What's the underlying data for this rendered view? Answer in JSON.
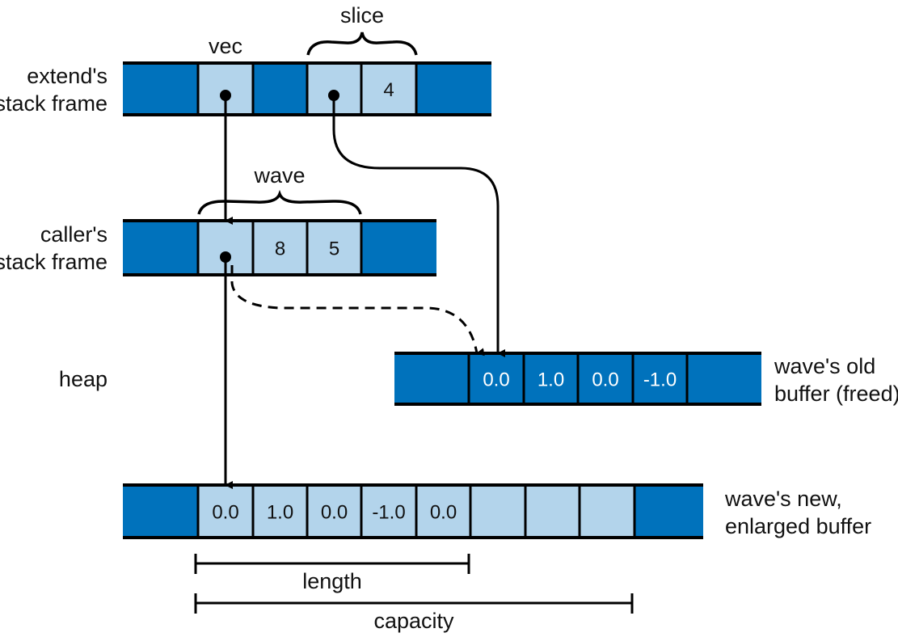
{
  "colors": {
    "dark_cell": "#0072bc",
    "light_cell": "#b3d4eb",
    "line": "#000000",
    "text_on_dark": "#ffffff",
    "text_on_light": "#111111"
  },
  "rows": {
    "extend_frame": {
      "label_line1": "extend's",
      "label_line2": "stack frame",
      "cells": [
        {
          "value": "",
          "kind": "dark"
        },
        {
          "value": "",
          "kind": "light",
          "pointer": true
        },
        {
          "value": "",
          "kind": "dark"
        },
        {
          "value": "",
          "kind": "light",
          "pointer": true
        },
        {
          "value": "4",
          "kind": "light"
        },
        {
          "value": "",
          "kind": "dark"
        }
      ]
    },
    "caller_frame": {
      "label_line1": "caller's",
      "label_line2": "stack frame",
      "cells": [
        {
          "value": "",
          "kind": "dark"
        },
        {
          "value": "",
          "kind": "light",
          "pointer": true
        },
        {
          "value": "8",
          "kind": "light"
        },
        {
          "value": "5",
          "kind": "light"
        },
        {
          "value": "",
          "kind": "dark"
        }
      ]
    },
    "old_buffer": {
      "label_line1": "wave's old",
      "label_line2": "buffer (freed)",
      "cells": [
        {
          "value": "",
          "kind": "dark"
        },
        {
          "value": "0.0",
          "kind": "dark"
        },
        {
          "value": "1.0",
          "kind": "dark"
        },
        {
          "value": "0.0",
          "kind": "dark"
        },
        {
          "value": "-1.0",
          "kind": "dark"
        },
        {
          "value": "",
          "kind": "dark"
        }
      ]
    },
    "new_buffer": {
      "label_line1": "wave's new,",
      "label_line2": "enlarged buffer",
      "cells": [
        {
          "value": "",
          "kind": "dark"
        },
        {
          "value": "0.0",
          "kind": "light"
        },
        {
          "value": "1.0",
          "kind": "light"
        },
        {
          "value": "0.0",
          "kind": "light"
        },
        {
          "value": "-1.0",
          "kind": "light"
        },
        {
          "value": "0.0",
          "kind": "light"
        },
        {
          "value": "",
          "kind": "light"
        },
        {
          "value": "",
          "kind": "light"
        },
        {
          "value": "",
          "kind": "light"
        },
        {
          "value": "",
          "kind": "dark"
        }
      ]
    }
  },
  "labels": {
    "vec": "vec",
    "slice": "slice",
    "wave": "wave",
    "heap": "heap",
    "length": "length",
    "capacity": "capacity"
  }
}
